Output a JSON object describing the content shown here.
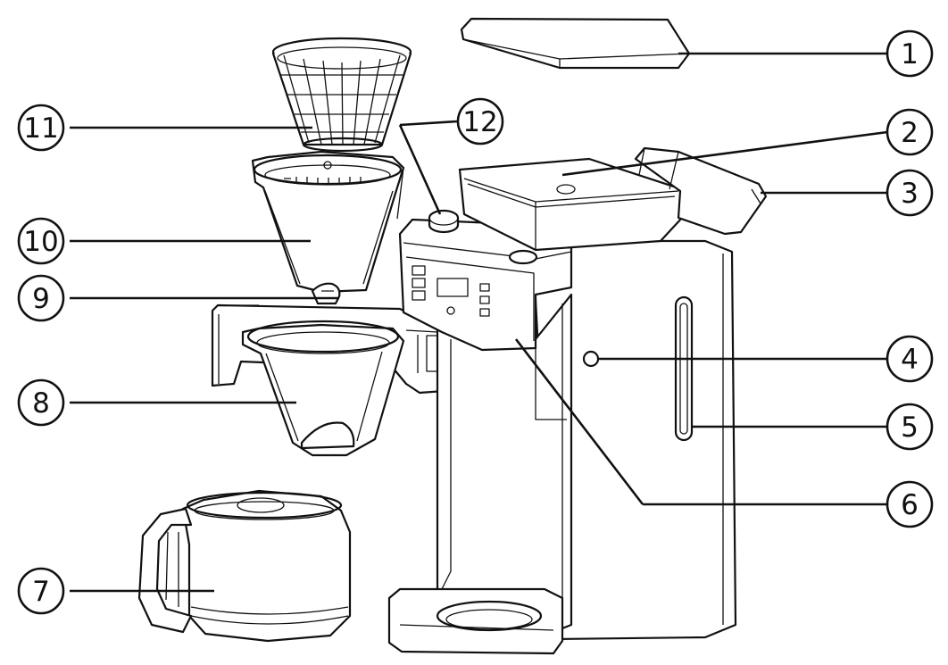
{
  "callouts": [
    {
      "number": "1"
    },
    {
      "number": "2"
    },
    {
      "number": "3"
    },
    {
      "number": "4"
    },
    {
      "number": "5"
    },
    {
      "number": "6"
    },
    {
      "number": "7"
    },
    {
      "number": "8"
    },
    {
      "number": "9"
    },
    {
      "number": "10"
    },
    {
      "number": "11"
    },
    {
      "number": "12"
    }
  ],
  "colors": {
    "line": "#111111",
    "background": "#ffffff"
  }
}
